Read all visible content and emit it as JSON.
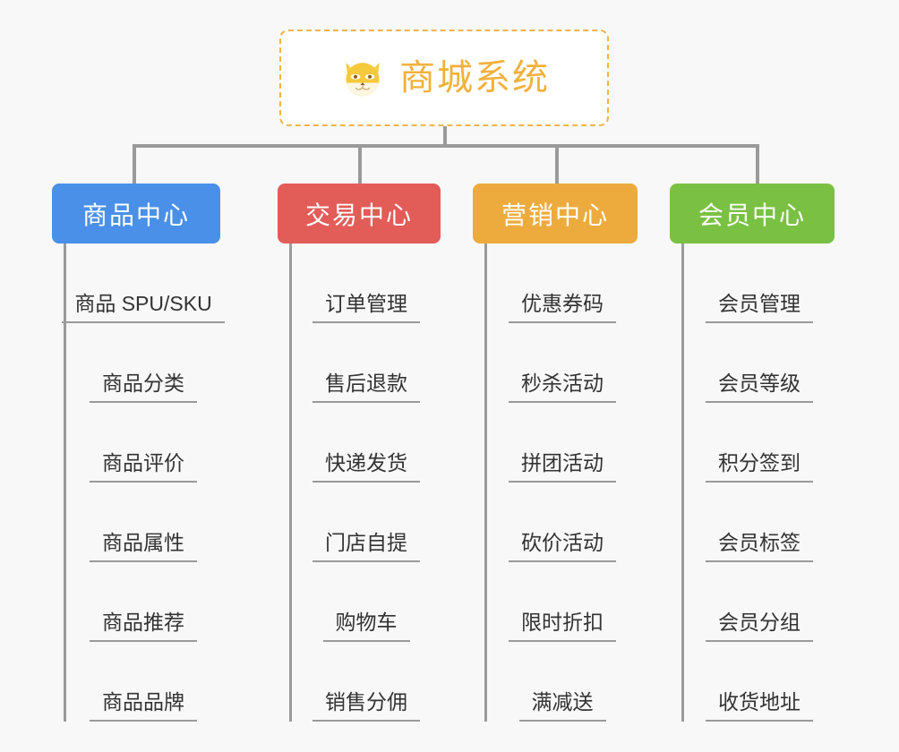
{
  "diagram": {
    "background_color": "#f8f8f8",
    "root": {
      "title": "商城系统",
      "icon": "shiba-dog-icon",
      "text_color": "#f2b13c",
      "border_color": "#f0b44a",
      "background_color": "#ffffff"
    },
    "connector_color": "#9a9a9a",
    "columns": [
      {
        "header": "商品中心",
        "color": "#4a90e8",
        "items": [
          "商品 SPU/SKU",
          "商品分类",
          "商品评价",
          "商品属性",
          "商品推荐",
          "商品品牌"
        ]
      },
      {
        "header": "交易中心",
        "color": "#e25c58",
        "items": [
          "订单管理",
          "售后退款",
          "快递发货",
          "门店自提",
          "购物车",
          "销售分佣"
        ]
      },
      {
        "header": "营销中心",
        "color": "#edab3e",
        "items": [
          "优惠券码",
          "秒杀活动",
          "拼团活动",
          "砍价活动",
          "限时折扣",
          "满减送"
        ]
      },
      {
        "header": "会员中心",
        "color": "#7ac143",
        "items": [
          "会员管理",
          "会员等级",
          "积分签到",
          "会员标签",
          "会员分组",
          "收货地址"
        ]
      }
    ]
  }
}
